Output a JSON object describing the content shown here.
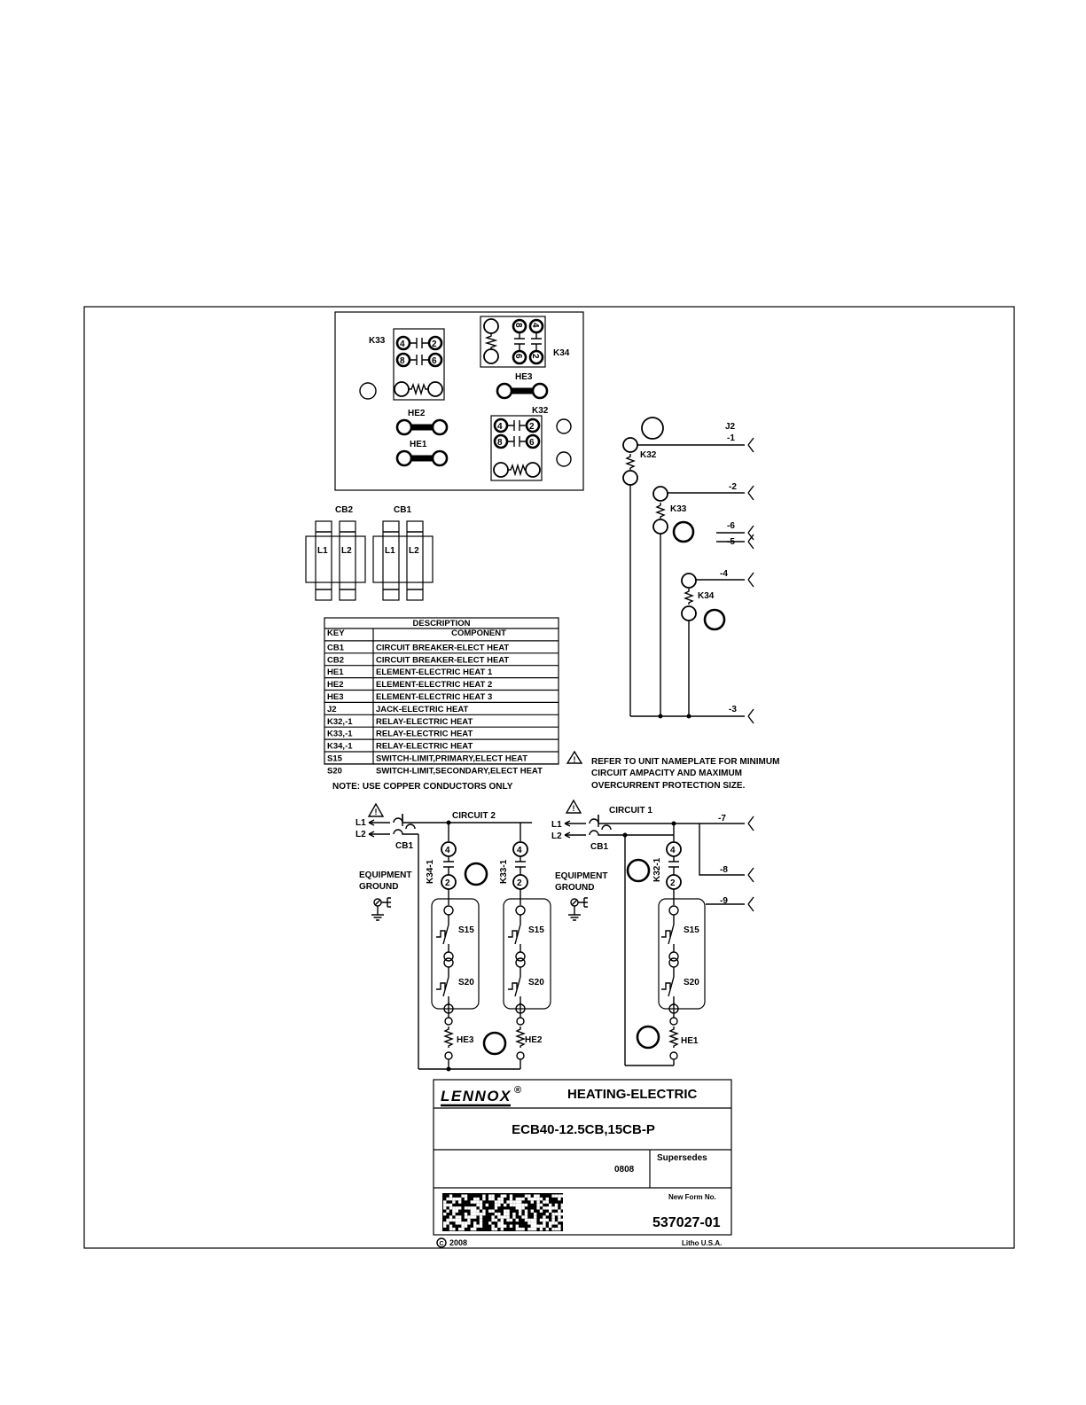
{
  "components": {
    "k33": "K33",
    "k34": "K34",
    "k32": "K32",
    "he1": "HE1",
    "he2": "HE2",
    "he3": "HE3",
    "cb1": "CB1",
    "cb2": "CB2",
    "l1": "L1",
    "l2": "L2",
    "j2": "J2",
    "s15": "S15",
    "s20": "S20",
    "k34_1": "K34-1",
    "k33_1": "K33-1",
    "k32_1": "K32-1",
    "terminal_4": "4",
    "terminal_2": "2",
    "terminal_8": "8",
    "terminal_6": "6"
  },
  "pins": {
    "p1": "-1",
    "p2": "-2",
    "p3": "-3",
    "p4": "-4",
    "p5": "-5",
    "p6": "-6",
    "p7": "-7",
    "p8": "-8",
    "p9": "-9"
  },
  "labels": {
    "circuit1": "CIRCUIT 1",
    "circuit2": "CIRCUIT 2",
    "equipment": "EQUIPMENT",
    "ground": "GROUND",
    "note": "NOTE: USE COPPER CONDUCTORS ONLY",
    "warning": [
      "REFER TO UNIT NAMEPLATE FOR MINIMUM",
      "CIRCUIT AMPACITY AND MAXIMUM",
      "OVERCURRENT PROTECTION SIZE."
    ]
  },
  "table": {
    "title": "DESCRIPTION",
    "headers": [
      "KEY",
      "COMPONENT"
    ],
    "rows": [
      [
        "CB1",
        "CIRCUIT BREAKER-ELECT HEAT"
      ],
      [
        "CB2",
        "CIRCUIT BREAKER-ELECT HEAT"
      ],
      [
        "HE1",
        "ELEMENT-ELECTRIC HEAT 1"
      ],
      [
        "HE2",
        "ELEMENT-ELECTRIC HEAT 2"
      ],
      [
        "HE3",
        "ELEMENT-ELECTRIC HEAT 3"
      ],
      [
        "J2",
        "JACK-ELECTRIC HEAT"
      ],
      [
        "K32,-1",
        "RELAY-ELECTRIC HEAT"
      ],
      [
        "K33,-1",
        "RELAY-ELECTRIC HEAT"
      ],
      [
        "K34,-1",
        "RELAY-ELECTRIC HEAT"
      ],
      [
        "S15",
        "SWITCH-LIMIT,PRIMARY,ELECT HEAT"
      ],
      [
        "S20",
        "SWITCH-LIMIT,SECONDARY,ELECT HEAT"
      ]
    ]
  },
  "title_block": {
    "brand": "LENNOX",
    "registered": "®",
    "title": "HEATING-ELECTRIC",
    "model": "ECB40-12.5CB,15CB-P",
    "supersedes_label": "Supersedes",
    "date_code": "0808",
    "new_form_label": "New Form No.",
    "form_number": "537027-01",
    "copyright": "2008",
    "litho": "Litho U.S.A."
  },
  "symbols": {
    "copyright": "C",
    "warning": "!"
  }
}
